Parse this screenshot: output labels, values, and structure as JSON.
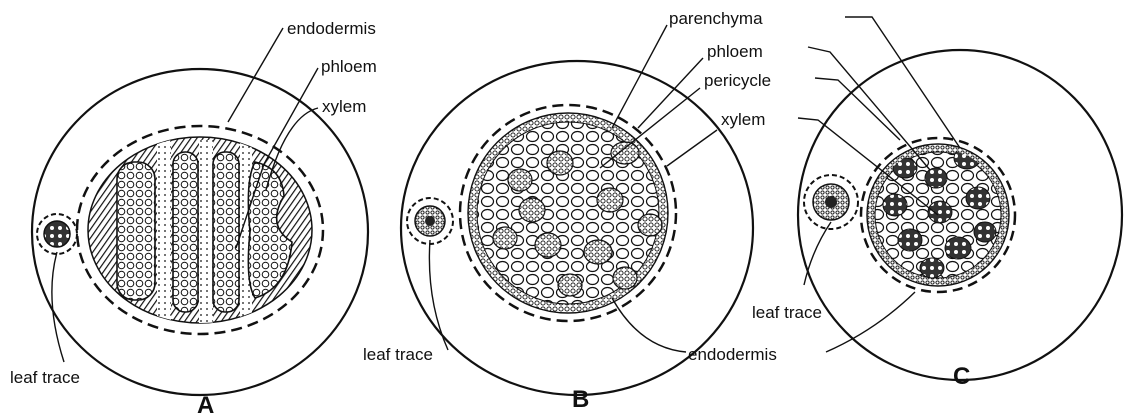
{
  "colors": {
    "ink": "#111111",
    "paper": "#ffffff",
    "vessel_fill": "#2a2a2a"
  },
  "panels": [
    {
      "letter": "A",
      "labels": {
        "endodermis": "endodermis",
        "phloem": "phloem",
        "xylem": "xylem",
        "leaf_trace": "leaf trace"
      }
    },
    {
      "letter": "B",
      "labels": {
        "parenchyma": "parenchyma",
        "phloem": "phloem",
        "pericycle": "pericycle",
        "xylem": "xylem",
        "leaf_trace": "leaf trace",
        "endodermis": "endodermis"
      }
    },
    {
      "letter": "C",
      "labels": {
        "leaf_trace": "leaf trace"
      }
    }
  ]
}
